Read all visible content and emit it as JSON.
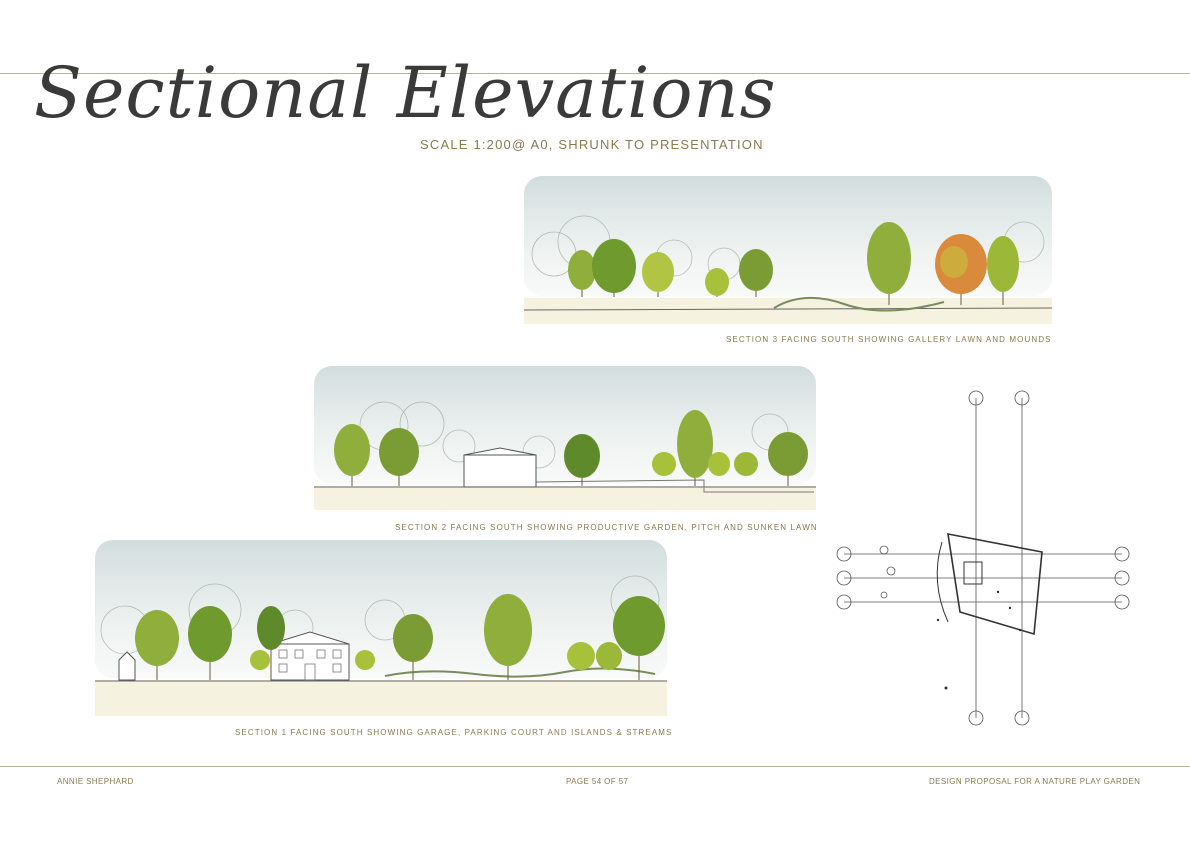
{
  "page": {
    "title": "Sectional Elevations",
    "subtitle": "SCALE 1:200@ A0, SHRUNK TO PRESENTATION"
  },
  "sections": [
    {
      "caption": "SECTION 3 FACING SOUTH SHOWING GALLERY LAWN AND MOUNDS"
    },
    {
      "caption": "SECTION 2 FACING SOUTH SHOWING PRODUCTIVE GARDEN, PITCH AND SUNKEN LAWN"
    },
    {
      "caption": "SECTION 1 FACING SOUTH SHOWING GARAGE, PARKING COURT AND  ISLANDS & STREAMS"
    }
  ],
  "footer": {
    "author": "ANNIE SHEPHARD",
    "page_number": "PAGE 54 OF 57",
    "project": "DESIGN PROPOSAL FOR A NATURE PLAY GARDEN"
  },
  "colors": {
    "accent_text": "#8a7a4e",
    "rule": "#b9b29b",
    "tree_green": "#8fae3c",
    "tree_autumn": "#d98a3a",
    "sky": "#d9e3e2"
  }
}
